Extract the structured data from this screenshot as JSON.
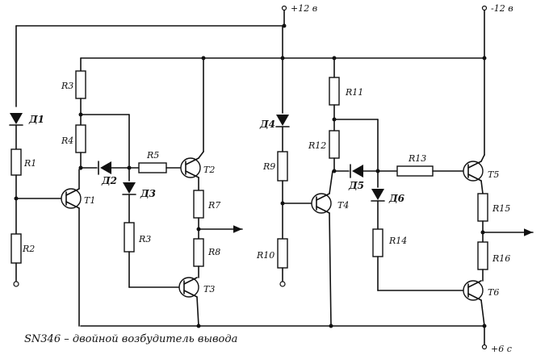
{
  "caption": "SN346 – двойной возбудитель вывода",
  "supply": {
    "plus": "+12 в",
    "minus": "-12 в",
    "plus6": "+6 с"
  },
  "labels": {
    "D1": "Д1",
    "D2": "Д2",
    "D3": "Д3",
    "D4": "Д4",
    "D5": "Д5",
    "D6": "Д6",
    "R1": "R1",
    "R2": "R2",
    "R3": "R3",
    "R4": "R4",
    "R5": "R5",
    "R7": "R7",
    "R8": "R8",
    "R3b": "R3",
    "R9": "R9",
    "R10": "R10",
    "R11": "R11",
    "R12": "R12",
    "R13": "R13",
    "R14": "R14",
    "R15": "R15",
    "R16": "R16",
    "T1": "T1",
    "T2": "T2",
    "T3": "T3",
    "T4": "T4",
    "T5": "T5",
    "T6": "T6"
  }
}
